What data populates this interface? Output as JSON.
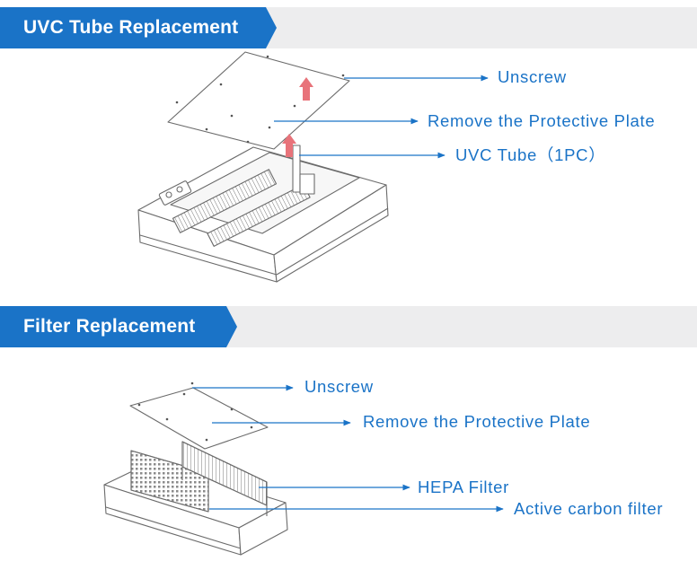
{
  "sections": [
    {
      "title": "UVC Tube Replacement",
      "callouts": [
        "Unscrew",
        "Remove the Protective Plate",
        "UVC Tube（1PC）"
      ]
    },
    {
      "title": "Filter Replacement",
      "callouts": [
        "Unscrew",
        "Remove the Protective Plate",
        "HEPA Filter",
        "Active carbon filter"
      ]
    }
  ],
  "colors": {
    "accent": "#1a73c7",
    "header_band": "#ededee",
    "removal_arrow": "#e8737a",
    "line_art": "#6b6b6b"
  }
}
